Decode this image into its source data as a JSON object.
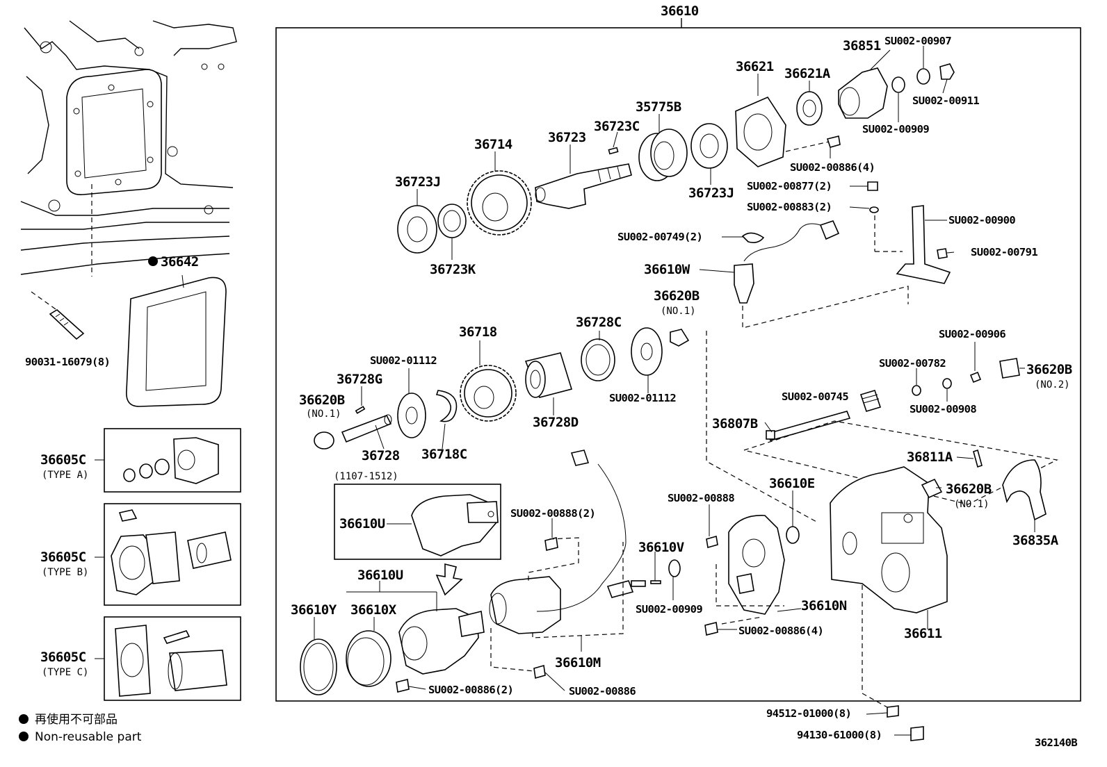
{
  "assembly_number": "36610",
  "diagram_code": "362140B",
  "legend": {
    "jp": "再使用不可部品",
    "en": "Non-reusable part"
  },
  "top_row": {
    "p36851": "36851",
    "su907": "SU002-00907",
    "p36621": "36621",
    "p36621a": "36621A",
    "su911": "SU002-00911",
    "p35775b": "35775B",
    "su909a": "SU002-00909",
    "p36714": "36714",
    "p36723": "36723",
    "p36723c": "36723C",
    "su886_4a": "SU002-00886(4)",
    "p36723j_a": "36723J",
    "p36723j_b": "36723J",
    "su877": "SU002-00877(2)",
    "su883": "SU002-00883(2)",
    "su900": "SU002-00900",
    "su749": "SU002-00749(2)",
    "su791": "SU002-00791",
    "p36610w": "36610W",
    "p36723k": "36723K"
  },
  "middle_row": {
    "p36620b_a": "36620B",
    "no1_a": "(NO.1)",
    "p36718": "36718",
    "p36728c": "36728C",
    "su906": "SU002-00906",
    "su1112a": "SU002-01112",
    "su782": "SU002-00782",
    "p36620b_b": "36620B",
    "no2": "(NO.2)",
    "p36728g": "36728G",
    "su1112b": "SU002-01112",
    "su745": "SU002-00745",
    "p36620b_c": "36620B",
    "no1_b": "(NO.1)",
    "su908": "SU002-00908",
    "p36728d": "36728D",
    "p36807b": "36807B",
    "p36728": "36728",
    "p36718c": "36718C",
    "p36811a": "36811A"
  },
  "lower_row": {
    "range": "(1107-1512)",
    "p36610e": "36610E",
    "p36620b_d": "36620B",
    "no1_c": "(NO.1)",
    "su888": "SU002-00888",
    "p36610u_a": "36610U",
    "su888_2": "SU002-00888(2)",
    "p36835a": "36835A",
    "p36610v": "36610V",
    "p36610u_b": "36610U",
    "p36610y": "36610Y",
    "p36610x": "36610X",
    "su909b": "SU002-00909",
    "p36610n": "36610N",
    "su886_4b": "SU002-00886(4)",
    "p36611": "36611",
    "p36610m": "36610M",
    "su886_2": "SU002-00886(2)",
    "su886": "SU002-00886",
    "w94512": "94512-01000(8)",
    "w94130": "94130-61000(8)"
  },
  "left_column": {
    "p36642": "36642",
    "stud": "90031-16079(8)",
    "p36605c_a": "36605C",
    "type_a": "(TYPE A)",
    "p36605c_b": "36605C",
    "type_b": "(TYPE B)",
    "p36605c_c": "36605C",
    "type_c": "(TYPE C)"
  }
}
